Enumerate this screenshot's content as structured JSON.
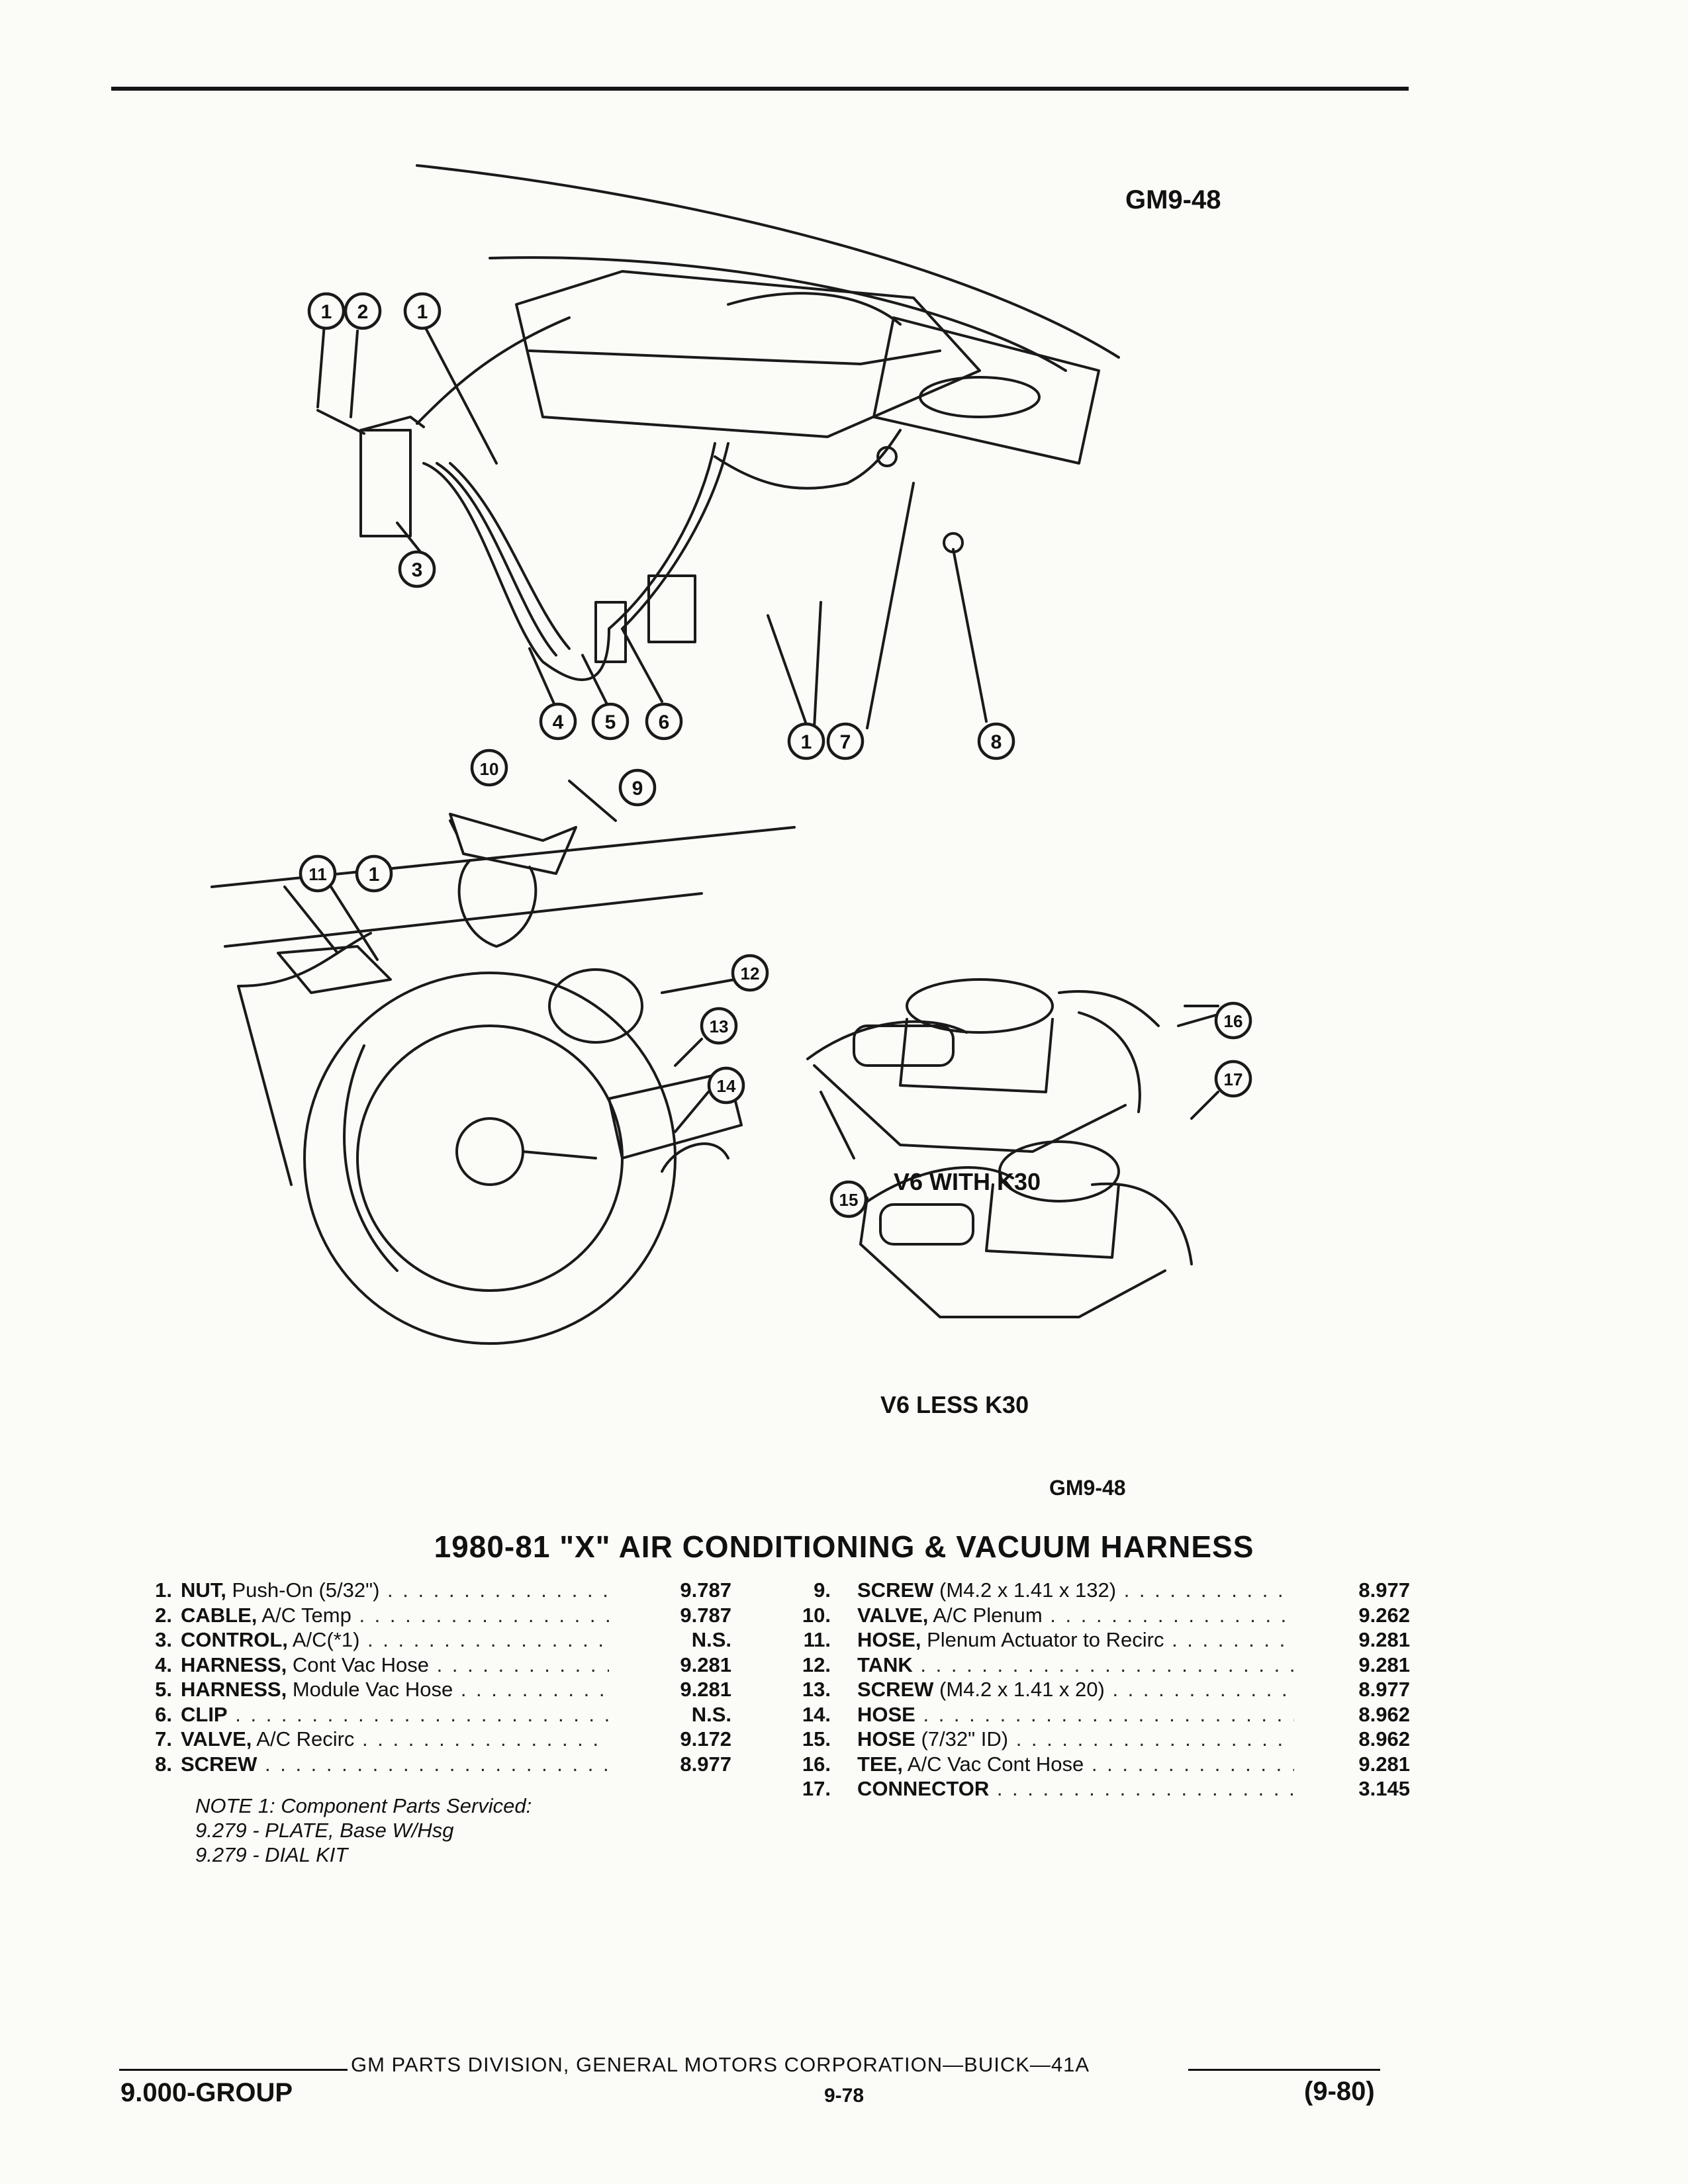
{
  "figure_id": "GM9-48",
  "figure_id_bottom": "GM9-48",
  "diagram": {
    "callouts": [
      "1",
      "2",
      "1",
      "3",
      "1",
      "7",
      "8",
      "4",
      "5",
      "6",
      "10",
      "9",
      "11",
      "1",
      "12",
      "13",
      "14",
      "15",
      "16",
      "17"
    ],
    "engine_labels": [
      "V6 WITH K30",
      "V6 LESS K30"
    ]
  },
  "title": "1980-81 \"X\" AIR CONDITIONING & VACUUM HARNESS",
  "parts_left": [
    {
      "num": "1.",
      "name": "NUT,",
      "detail": " Push-On (5/32\")",
      "ref": "9.787"
    },
    {
      "num": "2.",
      "name": "CABLE,",
      "detail": " A/C Temp",
      "ref": "9.787"
    },
    {
      "num": "3.",
      "name": "CONTROL,",
      "detail": " A/C(*1)",
      "ref": "N.S."
    },
    {
      "num": "4.",
      "name": "HARNESS,",
      "detail": " Cont Vac Hose",
      "ref": "9.281"
    },
    {
      "num": "5.",
      "name": "HARNESS,",
      "detail": " Module Vac Hose",
      "ref": "9.281"
    },
    {
      "num": "6.",
      "name": "CLIP",
      "detail": "",
      "ref": "N.S."
    },
    {
      "num": "7.",
      "name": "VALVE,",
      "detail": " A/C Recirc",
      "ref": "9.172"
    },
    {
      "num": "8.",
      "name": "SCREW",
      "detail": "",
      "ref": "8.977"
    }
  ],
  "parts_right": [
    {
      "num": "9.",
      "name": "SCREW",
      "detail": " (M4.2 x 1.41 x 132)",
      "ref": "8.977"
    },
    {
      "num": "10.",
      "name": "VALVE,",
      "detail": " A/C Plenum",
      "ref": "9.262"
    },
    {
      "num": "11.",
      "name": "HOSE,",
      "detail": " Plenum Actuator to Recirc",
      "ref": "9.281"
    },
    {
      "num": "12.",
      "name": "TANK",
      "detail": "",
      "ref": "9.281"
    },
    {
      "num": "13.",
      "name": "SCREW",
      "detail": " (M4.2 x 1.41 x 20)",
      "ref": "8.977"
    },
    {
      "num": "14.",
      "name": "HOSE",
      "detail": "",
      "ref": "8.962"
    },
    {
      "num": "15.",
      "name": "HOSE",
      "detail": " (7/32\" ID)",
      "ref": "8.962"
    },
    {
      "num": "16.",
      "name": "TEE,",
      "detail": " A/C Vac Cont Hose",
      "ref": "9.281"
    },
    {
      "num": "17.",
      "name": "CONNECTOR",
      "detail": "",
      "ref": "3.145"
    }
  ],
  "note": {
    "heading": "NOTE 1: Component Parts Serviced:",
    "lines": [
      "9.279 - PLATE, Base W/Hsg",
      "9.279 - DIAL KIT"
    ]
  },
  "footer": {
    "center": "GM PARTS DIVISION, GENERAL MOTORS CORPORATION—BUICK—41A",
    "group": "9.000-GROUP",
    "page": "9-78",
    "date": "(9-80)"
  }
}
